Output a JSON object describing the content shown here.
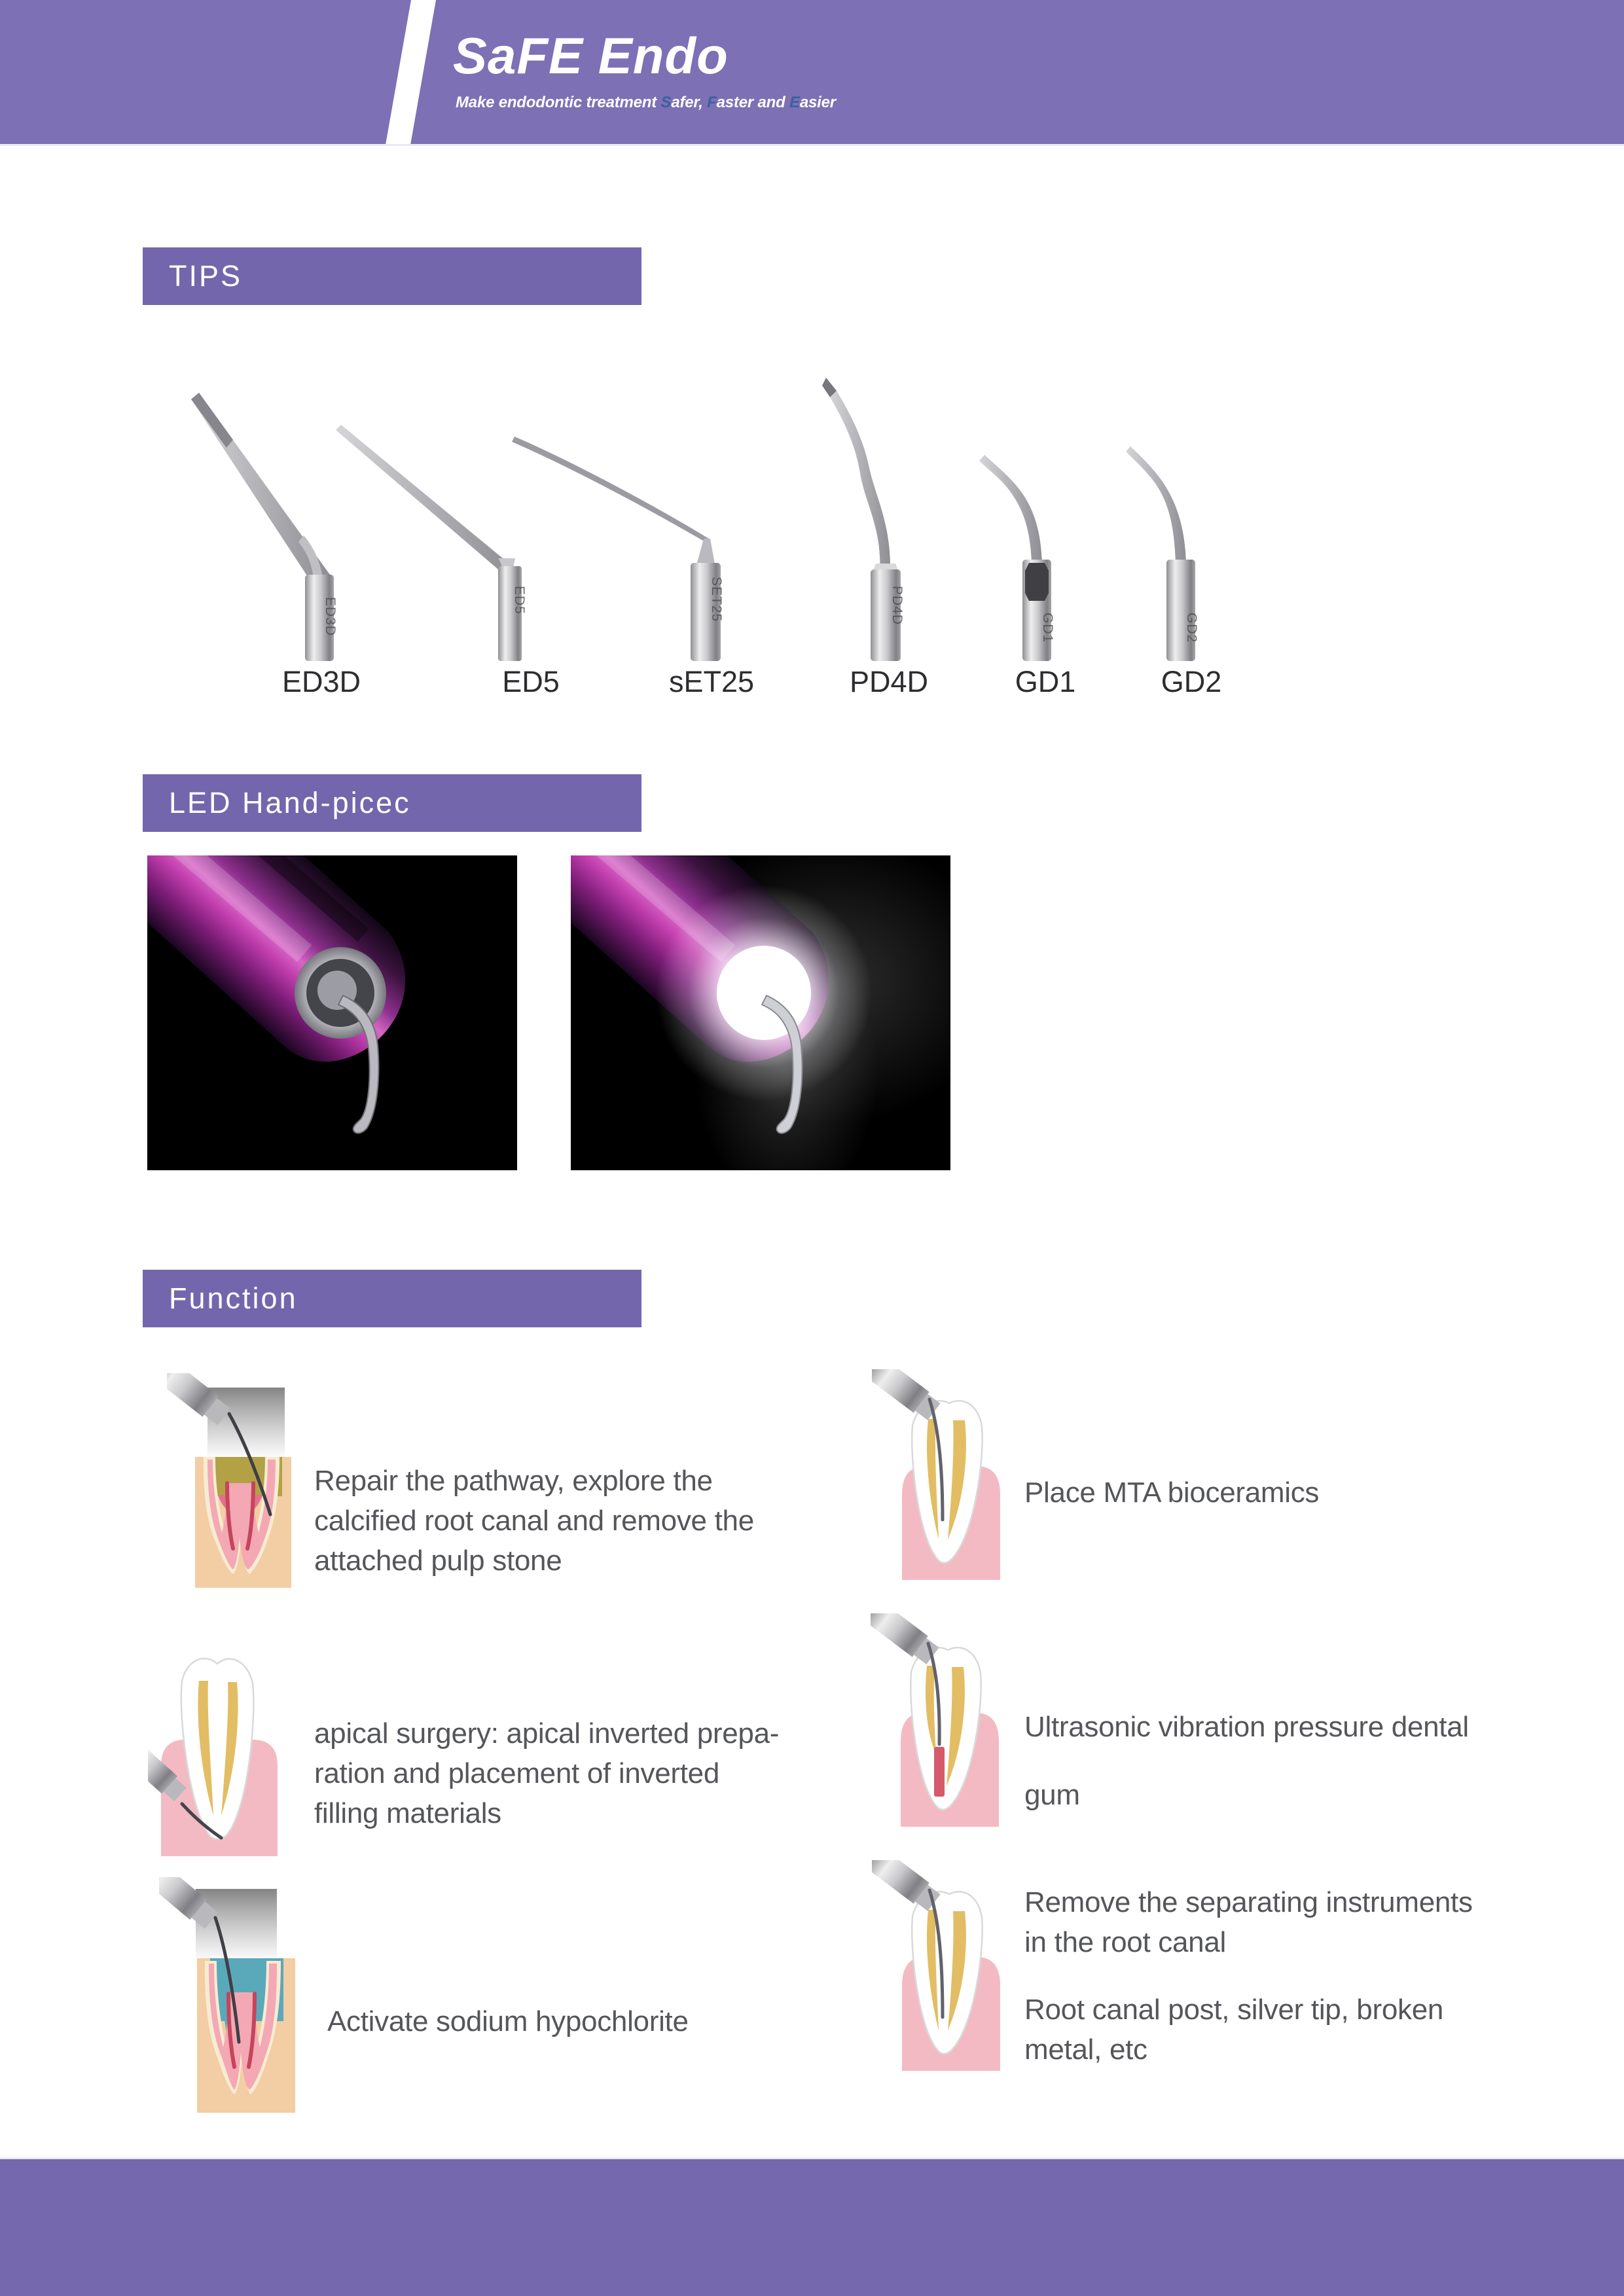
{
  "page": {
    "bg": "#ffffff",
    "header_color": "#7d70b5",
    "banner_color": "#7466ac",
    "footer_color": "#7568ae",
    "tagline_accent_color": "#3d5f9e",
    "body_text_color": "#55565a"
  },
  "header": {
    "title": "SaFE Endo",
    "tagline_parts": [
      "Make endodontic treatment ",
      "S",
      "afer, ",
      "F",
      "aster and ",
      "E",
      "asier"
    ]
  },
  "tips_section": {
    "heading": "TIPS",
    "items": [
      {
        "label": "ED3D",
        "engraving": "ED3D",
        "icon": "endo-tip-straight"
      },
      {
        "label": "ED5",
        "engraving": "ED5",
        "icon": "endo-tip-thin"
      },
      {
        "label": "sET25",
        "engraving": "SET25",
        "icon": "endo-tip-needle"
      },
      {
        "label": "PD4D",
        "engraving": "PD4D",
        "icon": "endo-tip-scurve"
      },
      {
        "label": "GD1",
        "engraving": "GD1",
        "icon": "scaler-tip-hook"
      },
      {
        "label": "GD2",
        "engraving": "GD2",
        "icon": "scaler-tip-hook-long"
      }
    ]
  },
  "led_section": {
    "heading": "LED Hand-picec",
    "images": [
      {
        "name": "handpiece light off"
      },
      {
        "name": "handpiece light on"
      }
    ]
  },
  "function_section": {
    "heading": "Function",
    "items": [
      {
        "icon": "molar-with-instrument",
        "lines": [
          "Repair the pathway, explore the",
          "calcified root canal and remove the",
          "attached pulp stone"
        ]
      },
      {
        "icon": "incisor-with-instrument",
        "lines": [
          "Place MTA bioceramics"
        ]
      },
      {
        "icon": "tooth-apical-surgery",
        "lines": [
          "apical surgery: apical inverted prepa-",
          "ration and placement of inverted",
          "filling materials"
        ]
      },
      {
        "icon": "incisor-with-gutta-percha",
        "lines": [
          "Ultrasonic vibration pressure dental",
          "gum"
        ]
      },
      {
        "icon": "molar-with-irrigant",
        "lines": [
          "Activate sodium hypochlorite"
        ]
      },
      {
        "icon": "incisor-with-instrument",
        "lines": [
          "Remove the separating instruments",
          "in the root canal",
          "Root canal post, silver tip, broken",
          "metal, etc"
        ]
      }
    ]
  }
}
